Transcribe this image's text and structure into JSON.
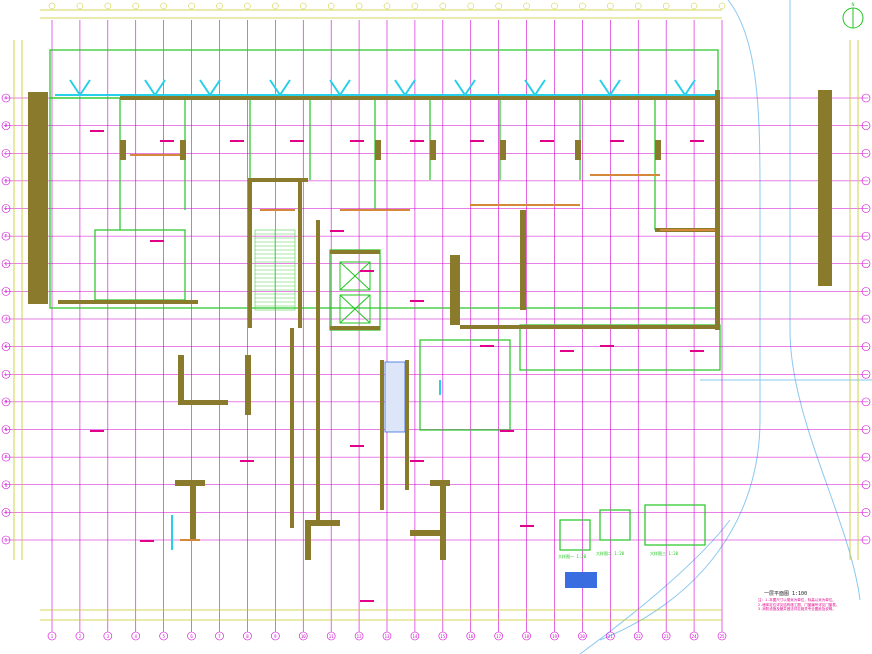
{
  "drawing": {
    "type": "architectural floor plan",
    "title": "一层平面图",
    "scale": "1:100",
    "notes": [
      "注：1.本图尺寸以毫米为单位，标高以米为单位。",
      "2.墙体定位详见结构施工图，门窗编号详见门窗表。",
      "3.消防设施及管井做法详见相关专业图纸及说明。"
    ],
    "detail_labels": [
      "大样图一 1:20",
      "大样图二 1:20",
      "大样图三 1:20"
    ],
    "colors": {
      "background": "#ffffff",
      "grid_axis": "#d000d0",
      "wall_fill": "#8a7a2c",
      "wall_hatch": "#d4893a",
      "partition": "#21c521",
      "window": "#27d0e8",
      "dimension": "#c8c820",
      "annotation": "#e0008a",
      "site_boundary": "#8cc8f0",
      "stair": "#50d050",
      "blue_hatch": "#3a6ee0"
    },
    "grid_col_labels": [
      "1",
      "2",
      "3",
      "4",
      "5",
      "6",
      "7",
      "8",
      "9",
      "10",
      "11",
      "12",
      "13",
      "14",
      "15",
      "16",
      "17",
      "18",
      "19",
      "20",
      "21",
      "22",
      "23",
      "24",
      "25"
    ],
    "grid_row_labels": [
      "A",
      "B",
      "C",
      "D",
      "E",
      "F",
      "G",
      "H",
      "J",
      "K",
      "L",
      "M",
      "N",
      "P",
      "Q",
      "R",
      "S"
    ],
    "north_arrow": "N"
  }
}
